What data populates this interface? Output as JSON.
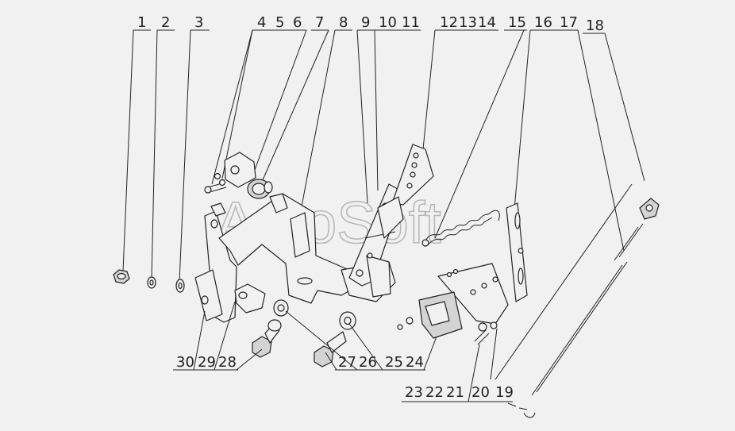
{
  "watermark": "AutoSoft",
  "callouts": {
    "top": [
      "1",
      "2",
      "3",
      "4",
      "5",
      "6",
      "7",
      "8",
      "9",
      "10",
      "11",
      "12",
      "13",
      "14",
      "15",
      "16",
      "17",
      "18"
    ],
    "bottom_left": [
      "30",
      "29",
      "28"
    ],
    "bottom_mid": [
      "27",
      "26",
      "25",
      "24"
    ],
    "bottom_right": [
      "23",
      "22",
      "21",
      "20",
      "19"
    ]
  },
  "colors": {
    "background": "#f1f1f1",
    "ink": "#222222",
    "watermark": "#b8b8b8"
  }
}
